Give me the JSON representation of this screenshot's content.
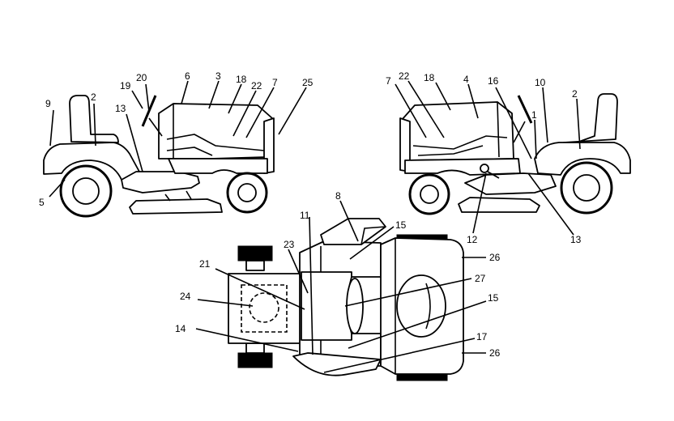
{
  "left_view": {
    "labels": [
      "20",
      "6",
      "3",
      "18",
      "22",
      "7",
      "25",
      "9",
      "2",
      "19",
      "13",
      "5"
    ]
  },
  "right_view": {
    "labels": [
      "7",
      "22",
      "18",
      "4",
      "16",
      "10",
      "2",
      "1",
      "13",
      "12"
    ]
  },
  "top_view": {
    "labels": [
      "8",
      "11",
      "15",
      "23",
      "26",
      "21",
      "27",
      "24",
      "15",
      "14",
      "17",
      "26"
    ]
  }
}
